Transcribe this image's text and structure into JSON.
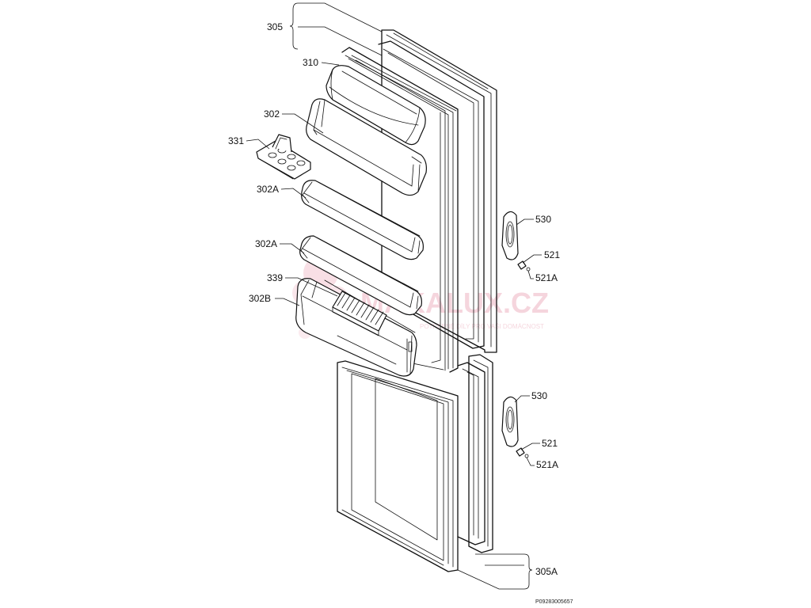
{
  "diagram": {
    "labels": {
      "l305": "305",
      "l310": "310",
      "l302": "302",
      "l331": "331",
      "l302A_1": "302A",
      "l302A_2": "302A",
      "l339": "339",
      "l302B": "302B",
      "l530_top": "530",
      "l521_top": "521",
      "l521A_top": "521A",
      "l530_bot": "530",
      "l521_bot": "521",
      "l521A_bot": "521A",
      "l305A": "305A"
    },
    "reference_code": "P09283005657",
    "watermark": {
      "text": "MAKALUX.CZ",
      "subtext": "POTŘEBNÉ DÍLY PRO VAŠI DOMÁCNOST"
    }
  },
  "colors": {
    "line": "#111111",
    "background": "#ffffff",
    "watermark": "#f2c8d2"
  }
}
